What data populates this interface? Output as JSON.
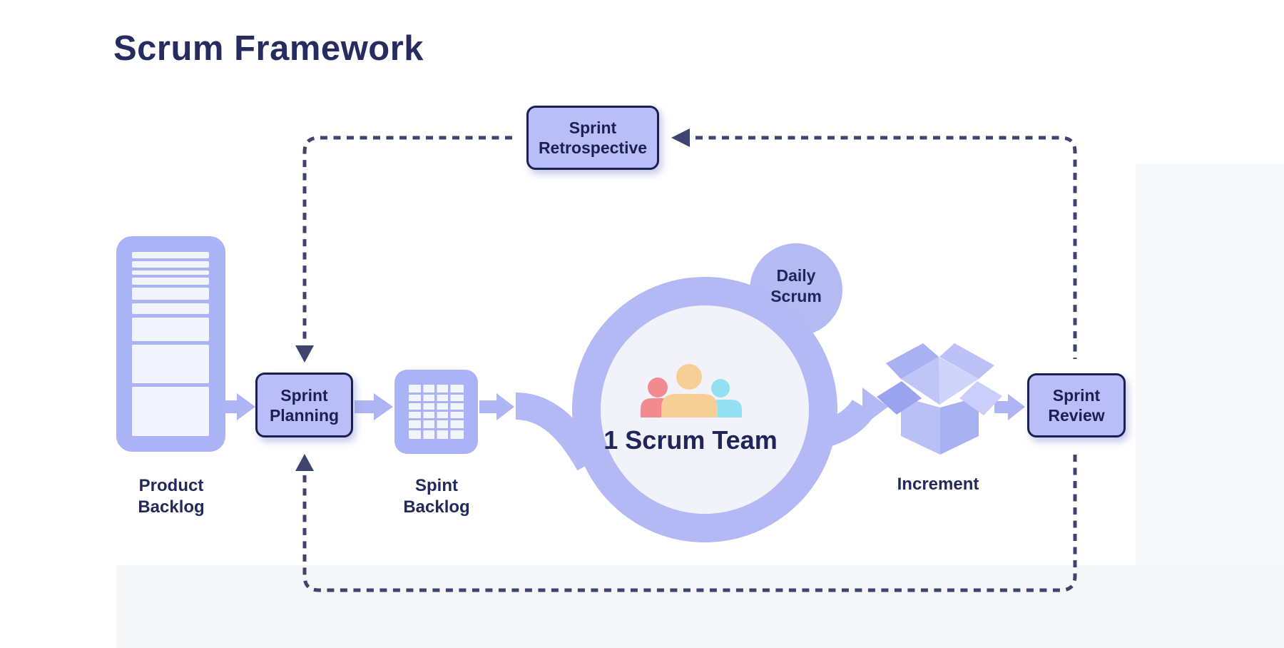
{
  "title": "Scrum Framework",
  "diagram": {
    "boxes": {
      "sprint_planning": {
        "line1": "Sprint",
        "line2": "Planning"
      },
      "sprint_review": {
        "line1": "Sprint",
        "line2": "Review"
      },
      "sprint_retrospective": {
        "line1": "Sprint",
        "line2": "Retrospective"
      }
    },
    "labels": {
      "product_backlog": {
        "line1": "Product",
        "line2": "Backlog"
      },
      "sprint_backlog": {
        "line1": "Spint",
        "line2": "Backlog"
      },
      "increment": "Increment",
      "scrum_team": "1 Scrum Team",
      "daily_scrum": {
        "line1": "Daily",
        "line2": "Scrum"
      }
    },
    "icons": [
      "product-backlog-list-icon",
      "sprint-backlog-grid-icon",
      "scrum-team-people-icon",
      "daily-scrum-bubble",
      "increment-open-box-icon",
      "flow-arrow-icon",
      "dashed-loop-arrow-icon"
    ],
    "flow": [
      "Product Backlog -> Sprint Planning -> Spint Backlog -> 1 Scrum Team -> Increment -> Sprint Review",
      "Sprint Review -> Sprint Retrospective -> Sprint Planning (dashed loop)",
      "Sprint Review -> Sprint Planning (dashed bottom loop)"
    ]
  },
  "colors": {
    "title_text": "#272c60",
    "navy_text": "#20255a",
    "box_fill": "#b9bef8",
    "box_border": "#1b2050",
    "periwinkle_icon": "#a9b3f5",
    "flow_arrow": "#adb5f5",
    "ring": "#b2b9f4",
    "ring_inner": "#f2f3fa",
    "bubble": "#b4bbf2",
    "stripe": "#f2f5fd",
    "dashed_line": "#3e4370",
    "person_red": "#f28b90",
    "person_yellow": "#f6cf96",
    "person_blue": "#93e0f3"
  }
}
